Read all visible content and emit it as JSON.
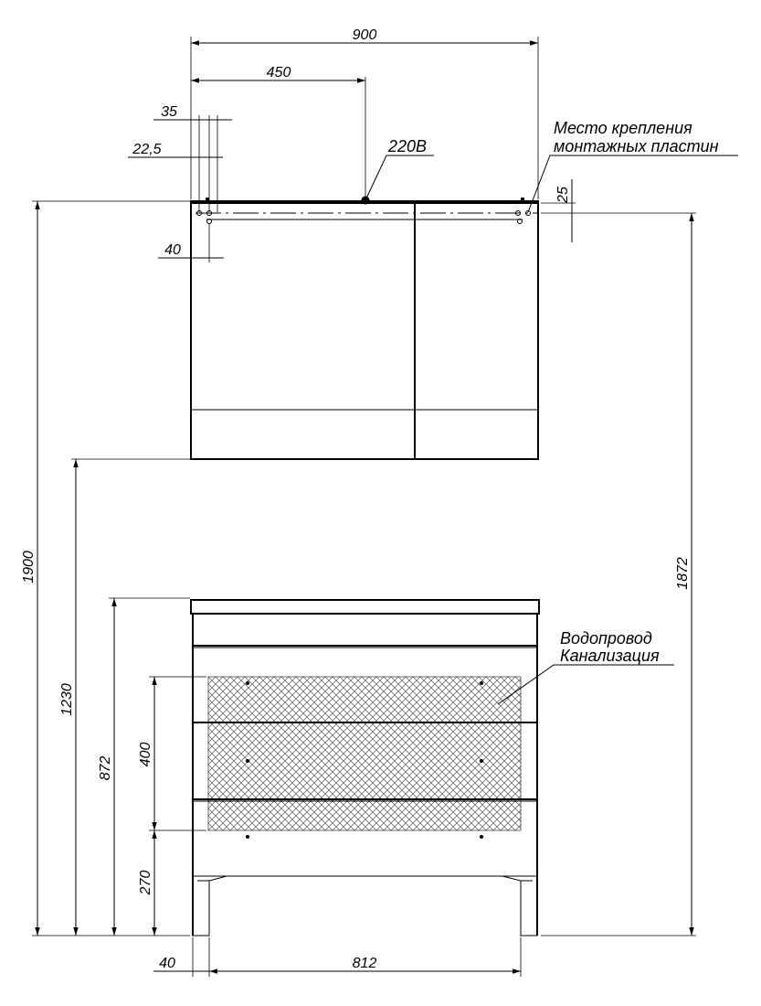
{
  "dimensions": {
    "total_width": "900",
    "half_width": "450",
    "offset_35": "35",
    "offset_22_5": "22,5",
    "offset_40_mirror": "40",
    "offset_25": "25",
    "height_1900": "1900",
    "height_1230": "1230",
    "height_872": "872",
    "height_400": "400",
    "height_270": "270",
    "height_1872": "1872",
    "bottom_40": "40",
    "bottom_812": "812"
  },
  "labels": {
    "power": "220В",
    "mount_line1": "Место крепления",
    "mount_line2": "монтажных пластин",
    "pipes_line1": "Водопровод",
    "pipes_line2": "Канализация"
  }
}
